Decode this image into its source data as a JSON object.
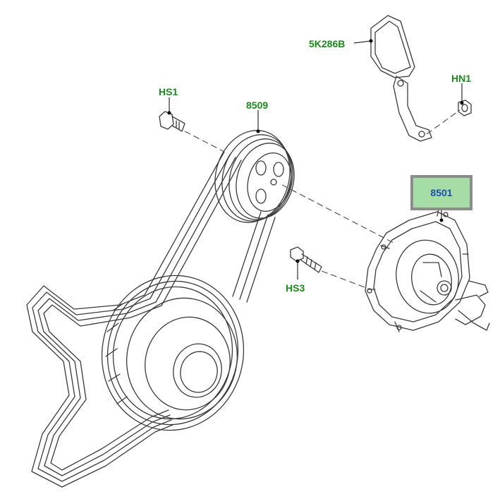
{
  "colors": {
    "label_text": "#1a8a1a",
    "selected_label_text": "#1a4fb0",
    "highlight_fill": "#a6dca6",
    "highlight_border": "#8c8c8c",
    "line_art": "#3a3a3a",
    "leader_line": "#000000"
  },
  "callouts": {
    "bracket": "5K286B",
    "nut": "HN1",
    "pulley_bolt": "HS1",
    "pulley": "8509",
    "water_pump": "8501",
    "pump_bolt": "HS3"
  },
  "selected_part": "8501"
}
